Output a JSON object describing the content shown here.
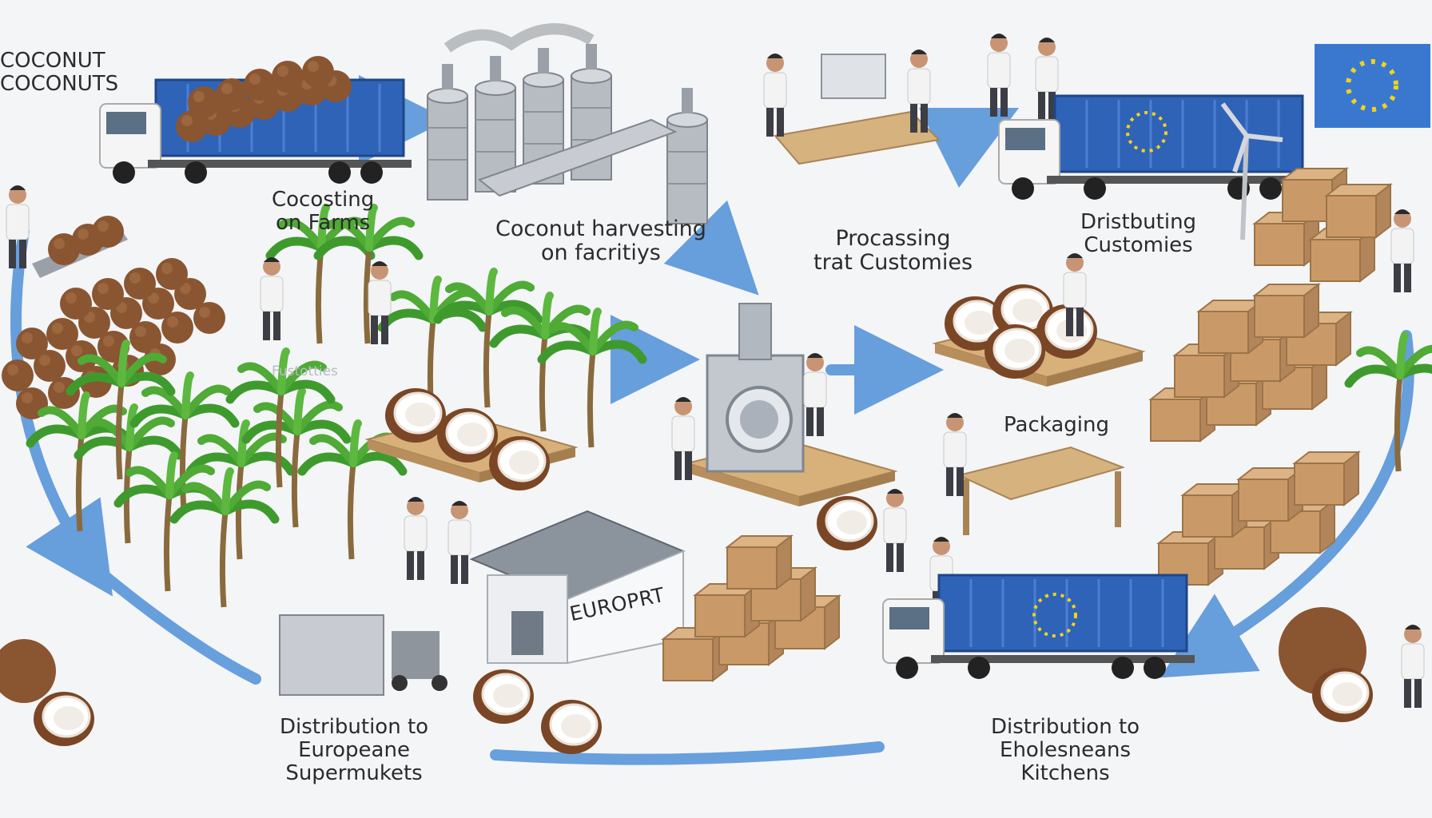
{
  "labels": {
    "top_left_line1": "COCONUT",
    "top_left_line2": "COCONUTS",
    "farms_line1": "Cocosting",
    "farms_line2": "on Farms",
    "harvest_line1": "Coconut harvesting",
    "harvest_line2": "on facritiys",
    "processing_line1": "Procassing",
    "processing_line2": "trat Customies",
    "distrib_top_line1": "Dristbuting",
    "distrib_top_line2": "Customies",
    "faint_center": "Fustotties",
    "packaging": "Packaging",
    "distrib_eu_line1": "Distribution to",
    "distrib_eu_line2": "Europeane",
    "distrib_eu_line3": "Supermukets",
    "distrib_kitchens_line1": "Distribution to",
    "distrib_kitchens_line2": "Eholesneans",
    "distrib_kitchens_line3": "Kitchens",
    "warehouse_sign": "EUROPRT"
  },
  "colors": {
    "background": "#f4f5f7",
    "arrow_blue": "#4f8fd8",
    "container_blue": "#2f63b8",
    "eu_flag_blue": "#3a78d0",
    "eu_star_yellow": "#f2d21b",
    "coconut_brown": "#8a5531",
    "palm_green": "#3f9a2e",
    "crate_wood": "#d8b07a",
    "box_cardboard": "#c99a68"
  },
  "icons": [
    "coconut-icon",
    "palm-tree-icon",
    "truck-icon",
    "silo-icon",
    "box-icon",
    "eu-flag-icon",
    "wind-turbine-icon",
    "worker-icon",
    "warehouse-icon",
    "arrow-icon"
  ]
}
